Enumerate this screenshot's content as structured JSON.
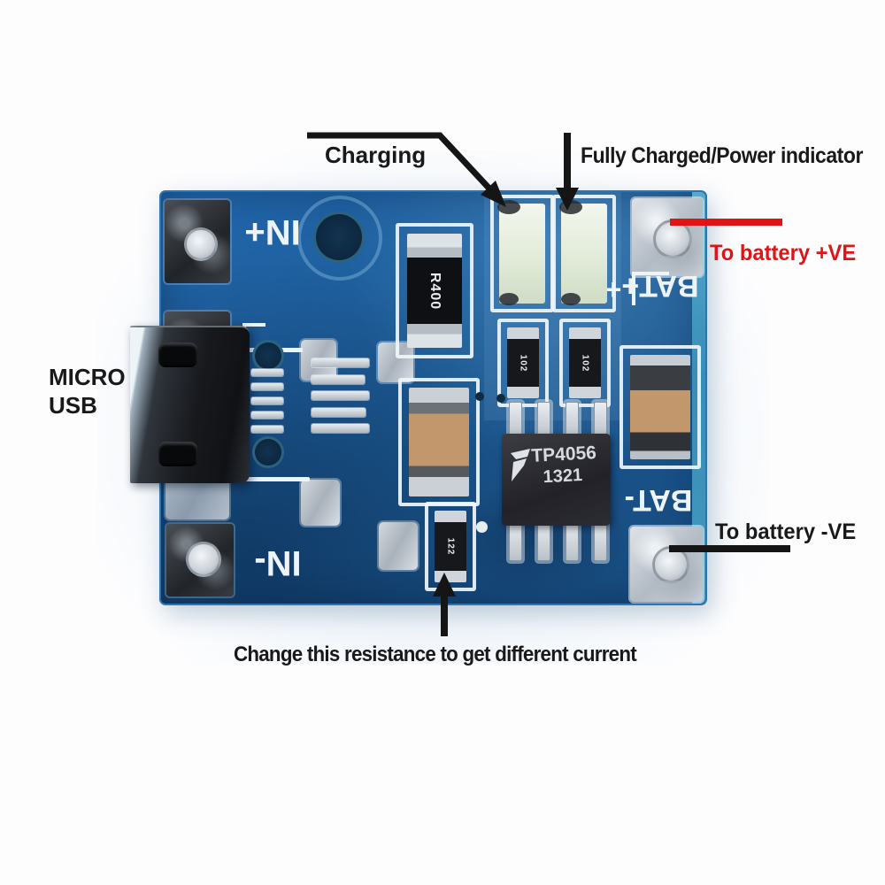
{
  "annotations": {
    "charging": {
      "label": "Charging"
    },
    "fully_charged": {
      "label": "Fully Charged/Power indicator"
    },
    "battery_positive": {
      "label": "To battery +VE"
    },
    "battery_negative": {
      "label": "To battery -VE"
    },
    "micro_usb": {
      "line1": "MICRO",
      "line2": "USB"
    },
    "resistance_note": {
      "label": "Change this resistance to get different current"
    }
  },
  "board": {
    "silkscreen": {
      "input_positive": "IN+",
      "input_negative": "IN-",
      "battery_positive": "BAT+",
      "battery_negative": "BAT-",
      "polarity_mark": "+"
    },
    "ic": {
      "part_number": "TP4056",
      "date_code": "1321"
    },
    "resistors": {
      "r400": "R400",
      "r102_left": "102",
      "r102_right": "102",
      "r122": "122"
    }
  },
  "colors": {
    "pcb_blue": "#1f62a8",
    "pcb_edge_teal": "#43a0c6",
    "silkscreen_white": "#eef3f6",
    "annotation_black": "#191919",
    "annotation_red": "#e01414"
  }
}
